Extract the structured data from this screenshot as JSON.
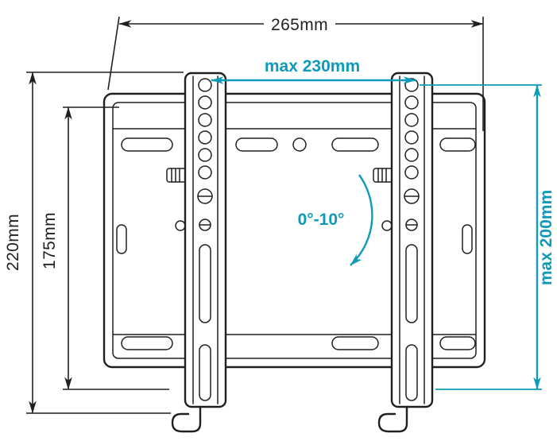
{
  "diagram": {
    "labels": {
      "overall_width": "265mm",
      "max_hole_width": "max 230mm",
      "overall_height": "220mm",
      "inner_height": "175mm",
      "max_hole_height": "max 200mm",
      "tilt_range": "0°-10°"
    },
    "colors": {
      "line": "#231f20",
      "accent": "#0f9bb8",
      "background": "#ffffff"
    }
  }
}
